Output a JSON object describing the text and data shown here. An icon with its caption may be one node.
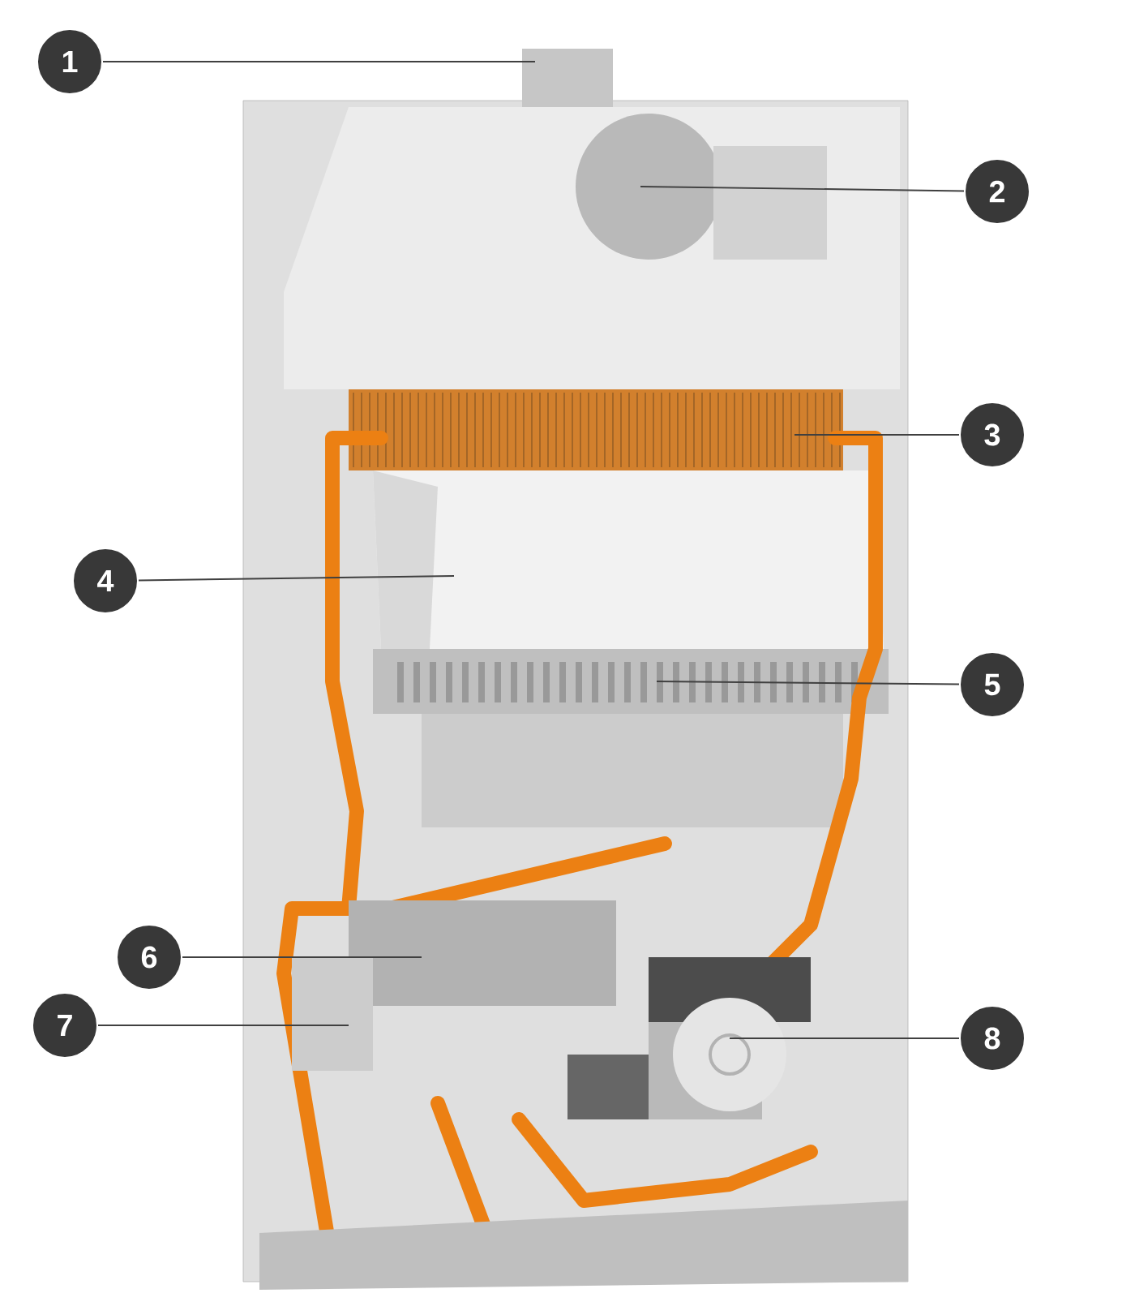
{
  "diagram": {
    "nodes": [
      {
        "text": [
          "1"
        ]
      },
      {
        "text": [
          "2"
        ]
      },
      {
        "text": [
          "3"
        ]
      },
      {
        "text": [
          "4"
        ]
      },
      {
        "text": [
          "5"
        ]
      },
      {
        "text": [
          "6"
        ]
      },
      {
        "text": [
          "7"
        ]
      },
      {
        "text": [
          "8"
        ]
      }
    ],
    "edges": [
      {
        "from": 0,
        "to": null,
        "arrow": "none"
      },
      {
        "from": 1,
        "to": null,
        "arrow": "none"
      },
      {
        "from": 2,
        "to": null,
        "arrow": "none"
      },
      {
        "from": 3,
        "to": null,
        "arrow": "none"
      },
      {
        "from": 4,
        "to": null,
        "arrow": "none"
      },
      {
        "from": 5,
        "to": null,
        "arrow": "none"
      },
      {
        "from": 6,
        "to": null,
        "arrow": "none"
      },
      {
        "from": 7,
        "to": null,
        "arrow": "none"
      }
    ]
  }
}
